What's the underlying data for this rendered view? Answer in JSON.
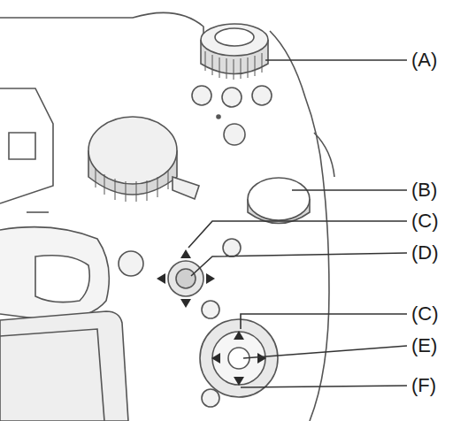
{
  "diagram": {
    "labels": [
      "(A)",
      "(B)",
      "(C)",
      "(D)",
      "(C)",
      "(E)",
      "(F)"
    ]
  }
}
